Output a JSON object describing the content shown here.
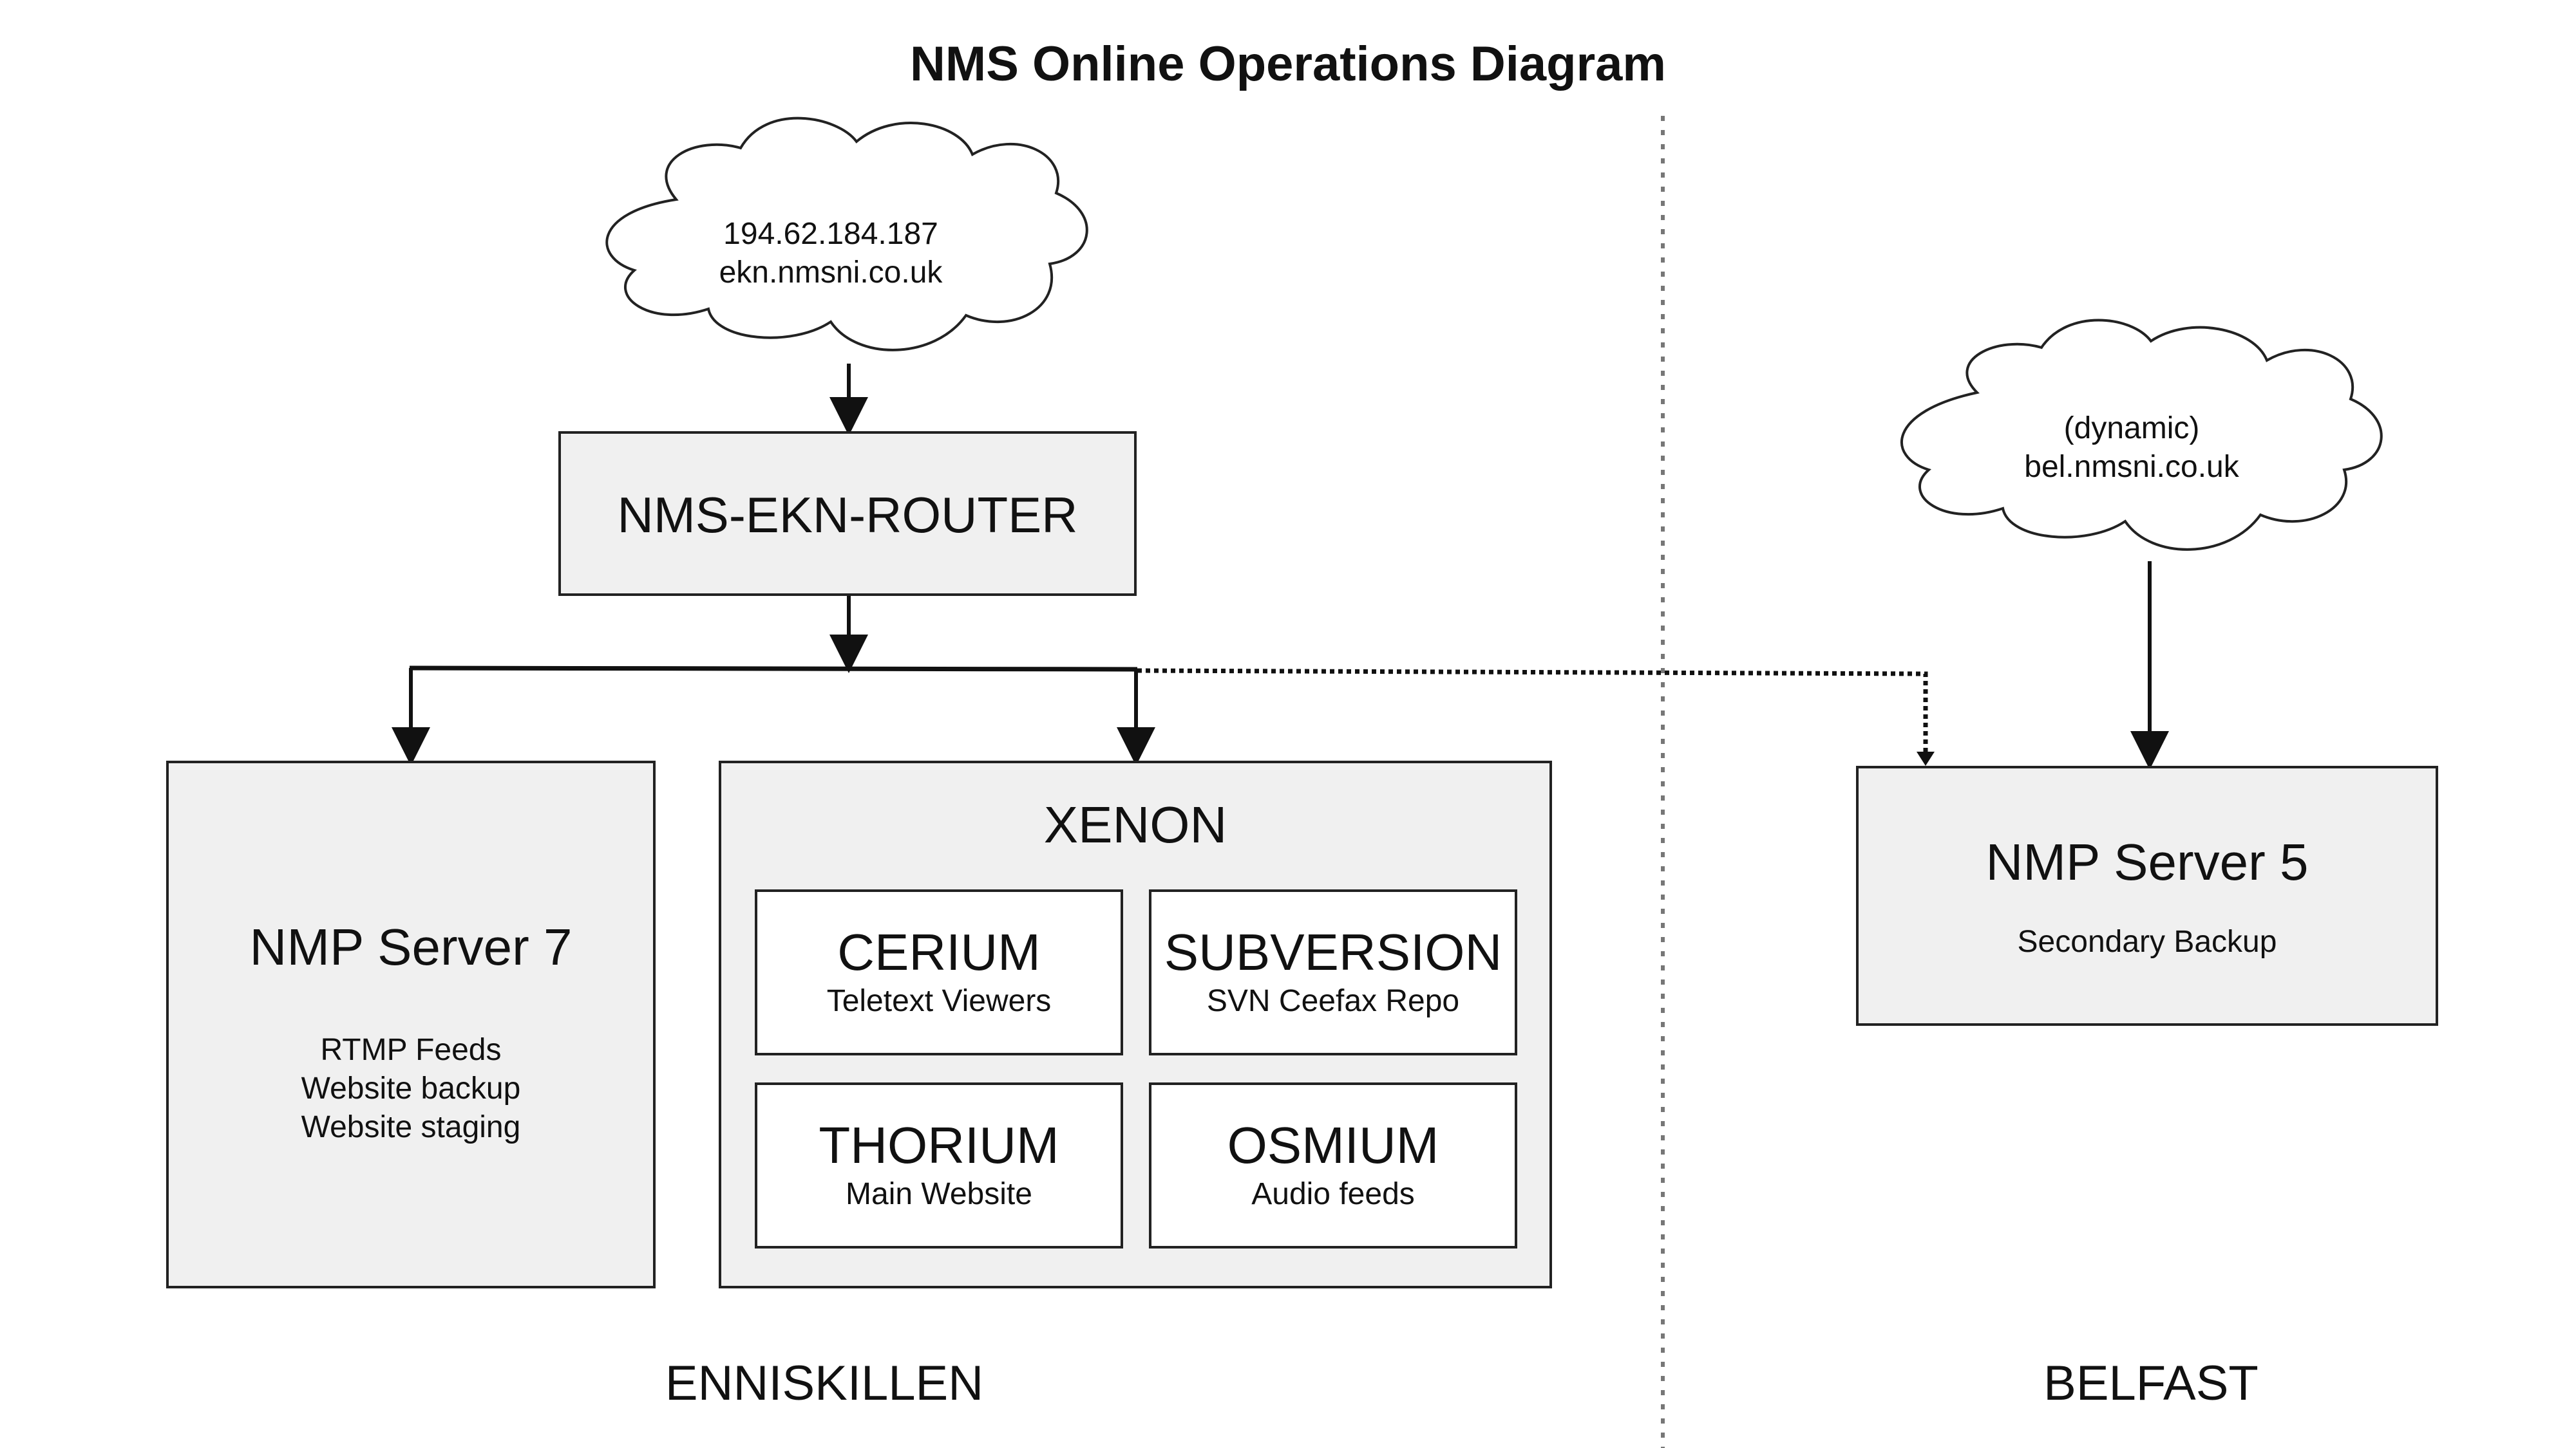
{
  "title": "NMS Online Operations Diagram",
  "clouds": {
    "enniskillen": {
      "ip": "194.62.184.187",
      "host": "ekn.nmsni.co.uk"
    },
    "belfast": {
      "ip": "(dynamic)",
      "host": "bel.nmsni.co.uk"
    }
  },
  "router": {
    "label": "NMS-EKN-ROUTER"
  },
  "server7": {
    "label": "NMP Server 7",
    "notes": [
      "RTMP Feeds",
      "Website backup",
      "Website staging"
    ]
  },
  "xenon": {
    "label": "XENON",
    "nodes": [
      {
        "name": "CERIUM",
        "role": "Teletext Viewers"
      },
      {
        "name": "SUBVERSION",
        "role": "SVN Ceefax Repo"
      },
      {
        "name": "THORIUM",
        "role": "Main Website"
      },
      {
        "name": "OSMIUM",
        "role": "Audio feeds"
      }
    ]
  },
  "server5": {
    "label": "NMP Server 5",
    "note": "Secondary Backup"
  },
  "regions": {
    "left": "ENNISKILLEN",
    "right": "BELFAST"
  }
}
